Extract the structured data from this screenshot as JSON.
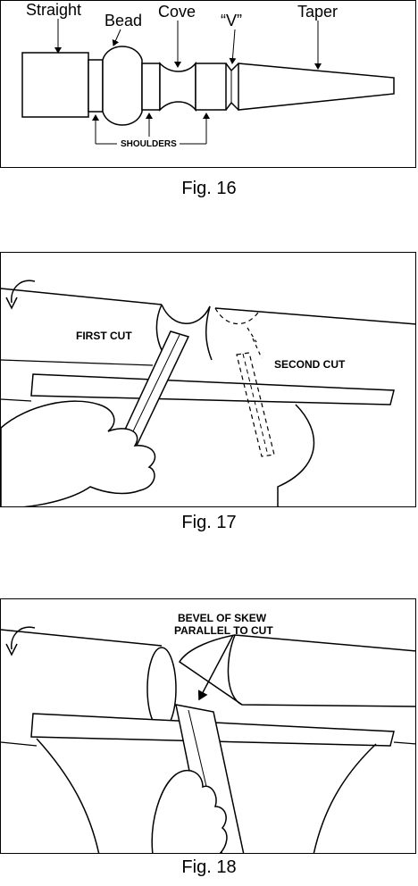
{
  "fig16": {
    "labels": {
      "straight": "Straight",
      "bead": "Bead",
      "cove": "Cove",
      "v": "“V”",
      "taper": "Taper",
      "shoulders": "SHOULDERS"
    },
    "caption": "Fig. 16"
  },
  "fig17": {
    "labels": {
      "first_cut": "FIRST CUT",
      "second_cut": "SECOND CUT"
    },
    "caption": "Fig. 17"
  },
  "fig18": {
    "labels": {
      "bevel_line1": "BEVEL OF SKEW",
      "bevel_line2": "PARALLEL TO CUT"
    },
    "caption": "Fig. 18"
  }
}
